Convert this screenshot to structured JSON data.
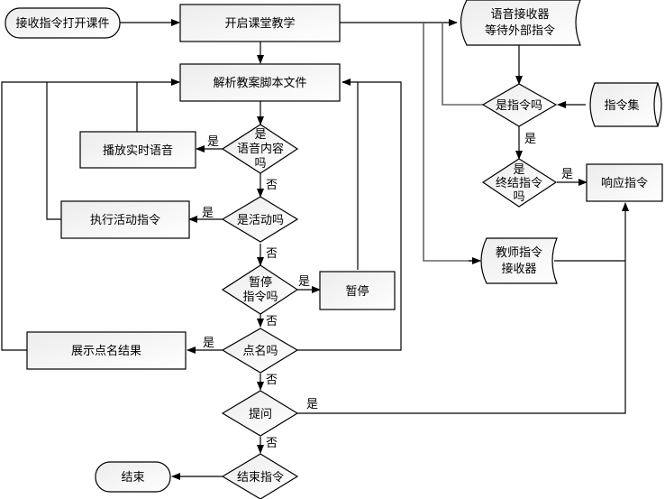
{
  "nodes": {
    "start": "接收指令打开课件",
    "begin_class": "开启课堂教学",
    "parse_script": "解析教案脚本文件",
    "is_voice": [
      "是",
      "语音内容",
      "吗"
    ],
    "play_voice": "播放实时语音",
    "is_activity": "是活动吗",
    "exec_activity": "执行活动指令",
    "is_pause": [
      "暂停",
      "指令吗"
    ],
    "pause": "暂停",
    "is_rollcall": "点名吗",
    "show_rollcall": "展示点名结果",
    "is_question": "提问",
    "is_end_cmd": "结束指令",
    "end": "结束",
    "voice_receiver": [
      "语音接收器",
      "等待外部指令"
    ],
    "is_command": "是指令吗",
    "command_set": "指令集",
    "is_terminate": [
      "是",
      "终结指令",
      "吗"
    ],
    "respond": "响应指令",
    "teacher_receiver": [
      "教师指令",
      "接收器"
    ]
  },
  "edge_labels": {
    "yes": "是",
    "no": "否"
  }
}
